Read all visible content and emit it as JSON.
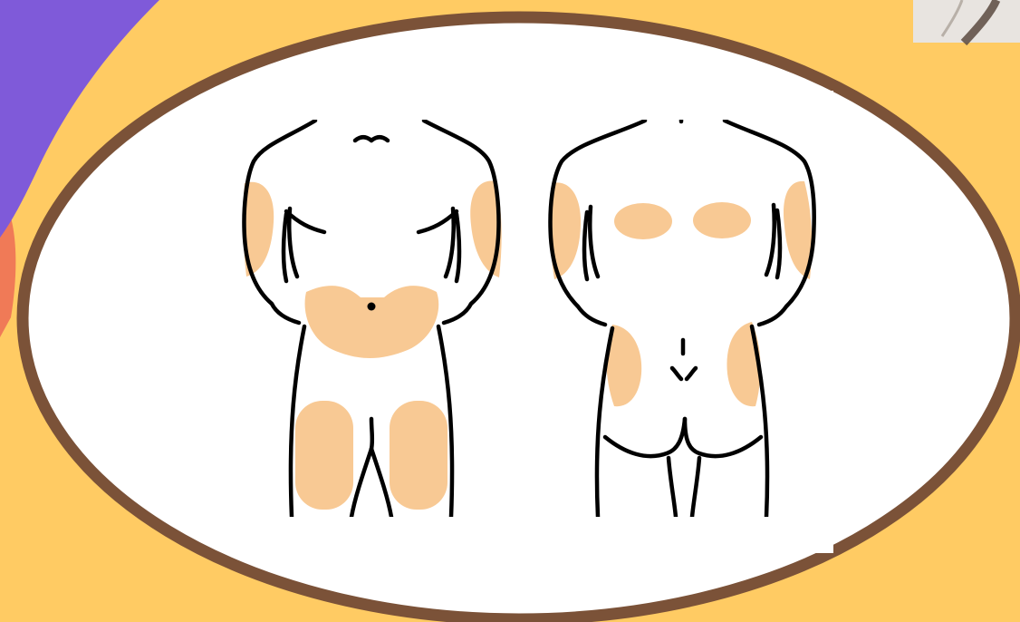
{
  "colors": {
    "background": "#FFCB63",
    "accent_purple": "#7F5AD9",
    "accent_coral": "#F07A57",
    "frame_brown": "#7B5238",
    "oval_fill": "#FFFFFF",
    "injection_zone": "#F8C994",
    "outline": "#000000",
    "corner_photo": "#E8E4E0"
  },
  "figures": {
    "front": {
      "icon": "body-front-icon",
      "zones": [
        "left-upper-arm",
        "right-upper-arm",
        "abdomen",
        "left-thigh",
        "right-thigh"
      ]
    },
    "back": {
      "icon": "body-back-icon",
      "zones": [
        "left-upper-arm",
        "right-upper-arm",
        "left-upper-back",
        "right-upper-back",
        "left-buttock",
        "right-buttock"
      ]
    }
  },
  "corner_image": {
    "icon": "photo-thumbnail-icon"
  }
}
